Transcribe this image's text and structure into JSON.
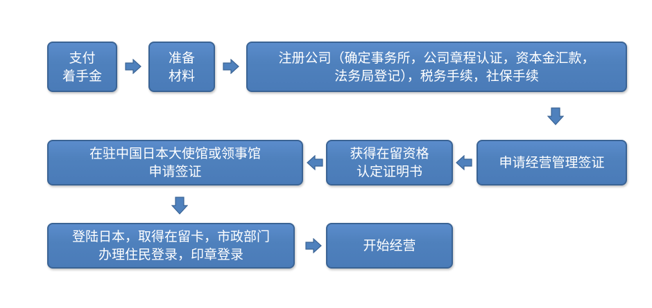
{
  "steps": [
    {
      "id": "pay-deposit",
      "lines": [
        "支付",
        "着手金"
      ]
    },
    {
      "id": "prepare-materials",
      "lines": [
        "准备",
        "材料"
      ]
    },
    {
      "id": "register-company",
      "lines": [
        "注册公司（确定事务所，公司章程认证，资本金汇款，",
        "法务局登记），税务手续，社保手续"
      ]
    },
    {
      "id": "apply-business-visa",
      "lines": [
        "申请经营管理签证"
      ]
    },
    {
      "id": "residence-certificate",
      "lines": [
        "获得在留资格",
        "认定证明书"
      ]
    },
    {
      "id": "embassy-visa",
      "lines": [
        "在驻中国日本大使馆或领事馆",
        "申请签证"
      ]
    },
    {
      "id": "land-in-japan",
      "lines": [
        "登陆日本，取得在留卡，市政部门",
        "办理住民登录，印章登录"
      ]
    },
    {
      "id": "start-business",
      "lines": [
        "开始经营"
      ]
    }
  ],
  "colors": {
    "box_fill": "#4f81bd",
    "box_border": "#3a6394",
    "arrow": "#4f81bd"
  }
}
